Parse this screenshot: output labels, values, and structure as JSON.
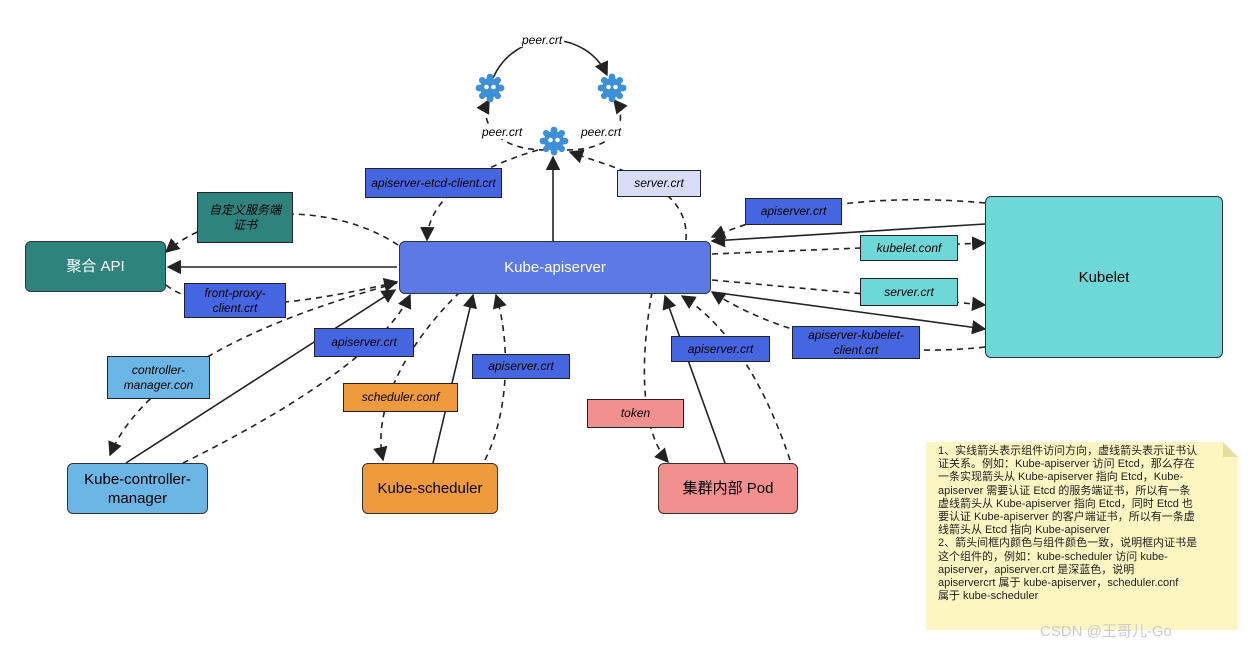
{
  "nodes": {
    "kube_apiserver": "Kube-apiserver",
    "aggregate_api": "聚合 API",
    "kubelet": "Kubelet",
    "controller_manager": "Kube-controller-manager",
    "scheduler": "Kube-scheduler",
    "pod": "集群内部 Pod"
  },
  "cert_labels": {
    "peer_top": "peer.crt",
    "peer_left": "peer.crt",
    "peer_right": "peer.crt",
    "apiserver_etcd_client": "apiserver-etcd-client.crt",
    "server_etcd": "server.crt",
    "custom_server_cert": "自定义服务端证书",
    "front_proxy_client": "front-proxy-client.crt",
    "apiserver_kubelet": "apiserver.crt",
    "kubelet_conf": "kubelet.conf",
    "kubelet_server": "server.crt",
    "apiserver_kubelet_client": "apiserver-kubelet-client.crt",
    "controller_manager_conf": "controller-manager.con",
    "apiserver_controller": "apiserver.crt",
    "scheduler_conf": "scheduler.conf",
    "apiserver_scheduler": "apiserver.crt",
    "token": "token",
    "apiserver_pod": "apiserver.crt"
  },
  "note_lines": [
    "1、实线箭头表示组件访问方向，虚线箭头表示证书认",
    "证关系。例如：Kube-apiserver 访问 Etcd，那么存在",
    "一条实现箭头从 Kube-apiserver 指向 Etcd，Kube-",
    "apiserver 需要认证 Etcd 的服务端证书，所以有一条",
    "虚线箭头从 Kube-apiserver 指向 Etcd，同时 Etcd 也",
    "要认证 Kube-apiserver 的客户端证书，所以有一条虚",
    "线箭头从 Etcd 指向 Kube-apiserver",
    "2、箭头间框内颜色与组件颜色一致，说明框内证书是",
    "这个组件的，例如：kube-scheduler 访问 kube-",
    "apiserver，apiserver.crt 是深蓝色，说明",
    "apiservercrt 属于 kube-apiserver，scheduler.conf",
    "属于 kube-scheduler"
  ],
  "watermark": "CSDN @王哥儿-Go",
  "colors": {
    "apiserver": "#5c79e6",
    "apiserver_label": "#4566e0",
    "etcd_icon": "#3d8fd8",
    "aggregate": "#2f837e",
    "kubelet": "#6ed8d8",
    "kubelet_label": "#6ed8d8",
    "controller": "#6cb6e6",
    "scheduler": "#f09a3e",
    "pod": "#f28f8f",
    "server_crt_light": "#d8dcf7",
    "note_bg": "#fdf6c3"
  },
  "icons": [
    "etcd-icon"
  ]
}
